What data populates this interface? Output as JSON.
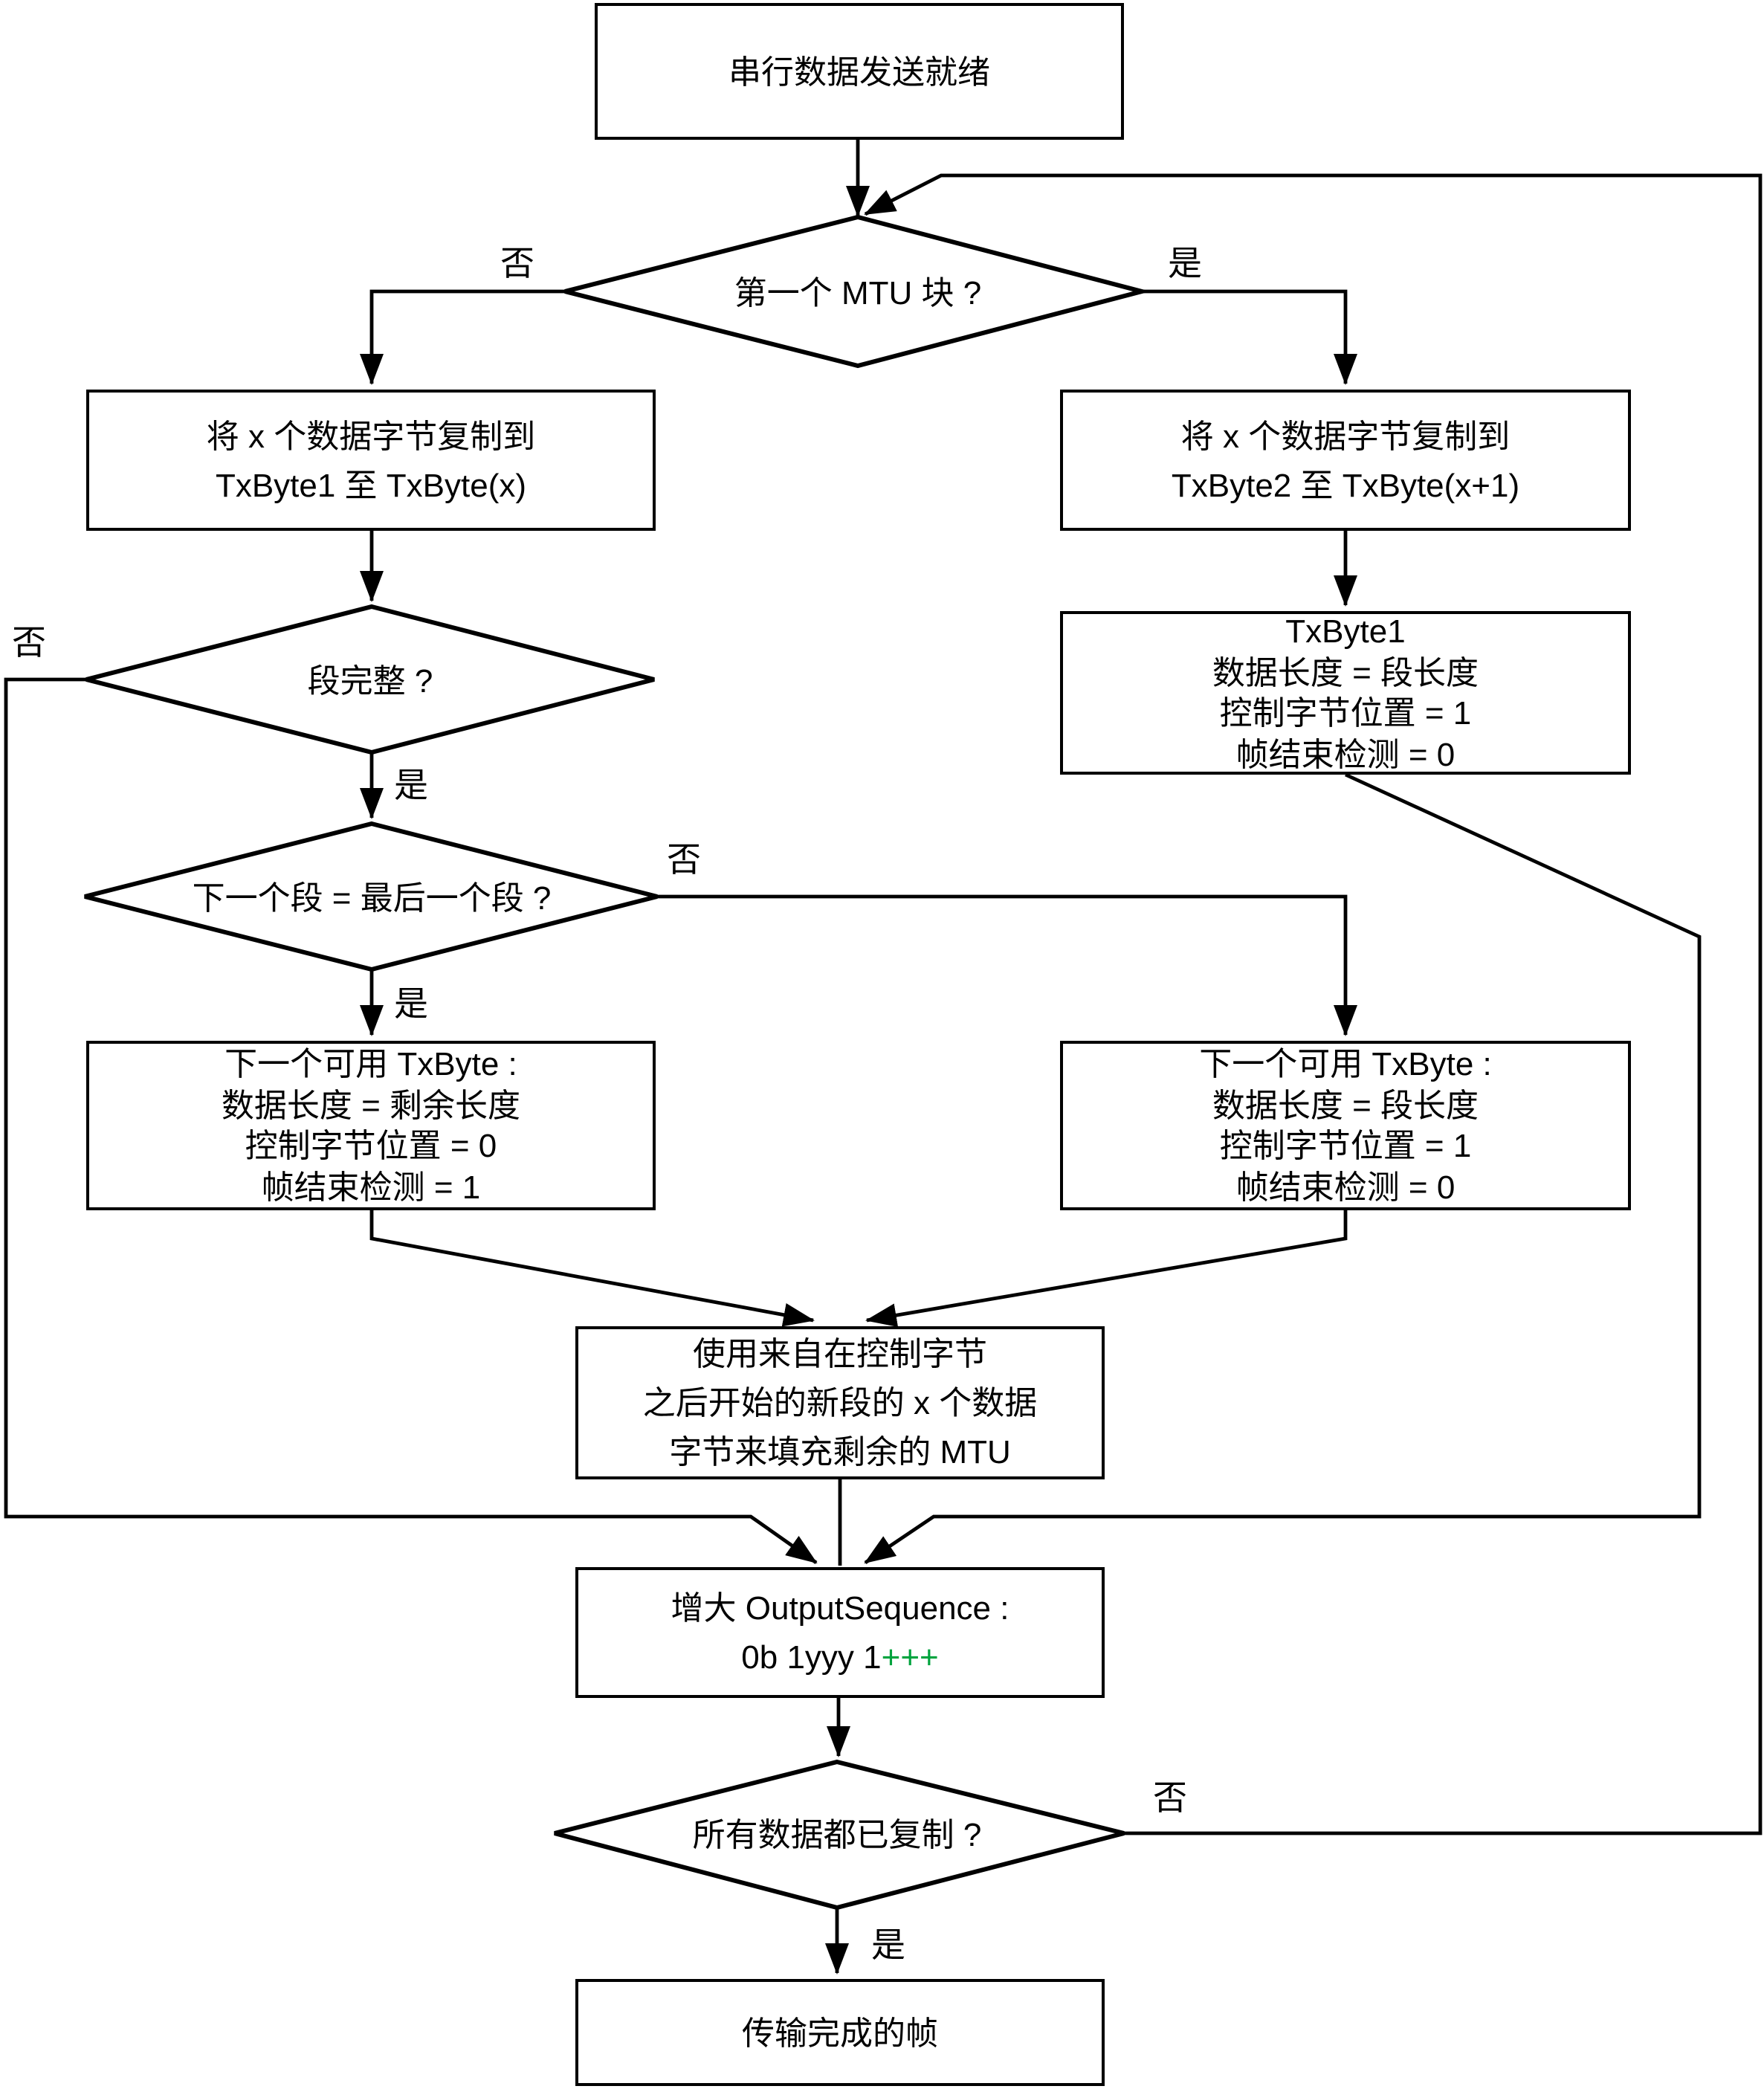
{
  "colors": {
    "line": "#000000",
    "node_border": "#000000",
    "node_fill": "#ffffff",
    "background": "#ffffff",
    "highlight_green": "#00a33e"
  },
  "nodes": {
    "start": {
      "text": "串行数据发送就绪"
    },
    "decision_first_mtu": {
      "text": "第一个 MTU 块 ?"
    },
    "copy_left": {
      "text": "将 x 个数据字节复制到\nTxByte1 至 TxByte(x)"
    },
    "copy_right": {
      "text": "将 x 个数据字节复制到\nTxByte2 至 TxByte(x+1)"
    },
    "txbyte1": {
      "text": "TxByte1\n数据长度 = 段长度\n控制字节位置 = 1\n帧结束检测 = 0"
    },
    "decision_segment_complete": {
      "text": "段完整 ?"
    },
    "decision_next_segment_last": {
      "text": "下一个段 = 最后一个段 ?"
    },
    "next_txbyte_left": {
      "text": "下一个可用 TxByte :\n数据长度 = 剩余长度\n控制字节位置 = 0\n帧结束检测 = 1"
    },
    "next_txbyte_right": {
      "text": "下一个可用 TxByte :\n数据长度 = 段长度\n控制字节位置 = 1\n帧结束检测 = 0"
    },
    "fill_mtu": {
      "text": "使用来自在控制字节\n之后开始的新段的 x 个数据\n字节来填充剩余的 MTU"
    },
    "increment": {
      "line1": "增大 OutputSequence :",
      "line2_prefix": "0b 1yyy 1",
      "line2_highlight": "+++"
    },
    "decision_all_copied": {
      "text": "所有数据都已复制 ?"
    },
    "end": {
      "text": "传输完成的帧"
    }
  },
  "labels": {
    "yes": "是",
    "no": "否"
  }
}
